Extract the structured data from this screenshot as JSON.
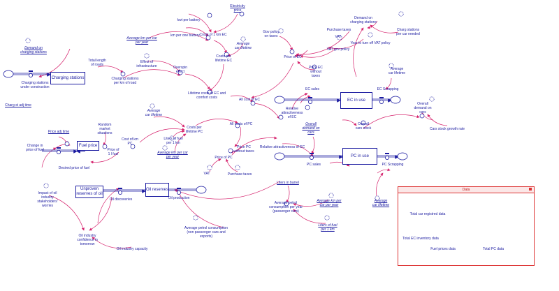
{
  "panel": {
    "title": "Data"
  },
  "stocks": [
    {
      "id": "cs",
      "label": "Charging stations"
    },
    {
      "id": "fp",
      "label": "Fuel price"
    },
    {
      "id": "ec",
      "label": "EC in use"
    },
    {
      "id": "pc",
      "label": "PC in use"
    },
    {
      "id": "ur",
      "label": "Unproven reserves of oil"
    },
    {
      "id": "or",
      "label": "Oil reserves"
    }
  ],
  "labels": {
    "demand_cs": "Demand on charging stations",
    "cs_under": "Charging stations under construction",
    "charg_adj": "Charg st adj time",
    "total_roads": "Total length of roads",
    "cs_per_km": "Charging stations per km of road",
    "effect_infra": "Effect of infrastructure",
    "overspin": "Overspin effect",
    "avg_km": "Average km per car per year",
    "km_battery": "km per one battery",
    "kwt_battery": "kwt per battery",
    "elec_price": "Electricity price",
    "costs_1km": "Costs of 1 km EC",
    "avg_lifetime1": "Average car lifetime",
    "costs_lifetime_ec": "Costs per lifetime EC",
    "lifetime_costs": "Lifetime costs of EC and comfort costs",
    "all_cost_ec": "All cost of EC",
    "gov_policy": "Gov policy on taxes",
    "price_ec": "Price of EC",
    "price_ec_notax": "Price EC without taxes",
    "purchase_taxes1": "Purchase taxes",
    "vat1": "VAT",
    "year_turn_off": "Year to turn off VAT policy",
    "vat_gov": "VAT gov policy",
    "demand_charging": "Demand on charging stations",
    "charg_needed": "Charg stations per car needed",
    "ec_sales": "EC sales",
    "rel_attr_ec": "Relative attractiveness of EC",
    "overall_demand1": "Overall demand on cars",
    "avg_lifetime2": "Average car lifetime",
    "ec_scrapping": "EC Scrapping",
    "overall_demand2": "Overall demand on cars",
    "overall_stock": "Overall cars stock",
    "cars_growth": "Cars stock growth rate",
    "price_adj": "Price adj time",
    "random_market": "Random market situations",
    "change_price": "Change in price of fuel",
    "price_1l": "Price of 1 l fuel",
    "desired_price": "Desired price of fuel",
    "avg_lifetime3": "Average car lifetime",
    "cost_km_pc": "Cost of km PC",
    "liters_1km": "Liters of fuel per 1 km",
    "costs_lifetime_pc": "Costs per lifetime PC",
    "avg_km_pc": "Average km per car per year",
    "all_costs_pc": "All costs of PC",
    "price_pc_notax": "Price PC without taxes",
    "price_pc": "Price of PC",
    "vat2": "VAT",
    "purchase_taxes2": "Purchase taxes",
    "rel_attr": "Relative attractiveness of EC",
    "pc_sales": "PC sales",
    "pc_scrapping": "PC Scrapping",
    "avg_lifetime4": "Average car lifetime",
    "impact_oil": "Impact of oil industry stakeholders' worries",
    "oil_disc": "Oil discoveries",
    "oil_prod": "Oil production",
    "liters_barrel": "Liters in barrel",
    "avg_petrol": "Average petrol consumption per year (passenger cars)",
    "avg_km_year": "Average km per car per year",
    "liters_100": "Liters of fuel per 1 km",
    "avg_petrol_total": "Average petrol consumption (non passenger cars and exports)",
    "oil_conf": "Oil industry confidence in tomorrow",
    "oil_capacity": "Oil industry capacity",
    "total_reg": "Total car registred data",
    "total_ec_inv": "Total EC inventory data",
    "fuel_prices": "Fuel prices data",
    "total_pc": "Total PC data"
  }
}
